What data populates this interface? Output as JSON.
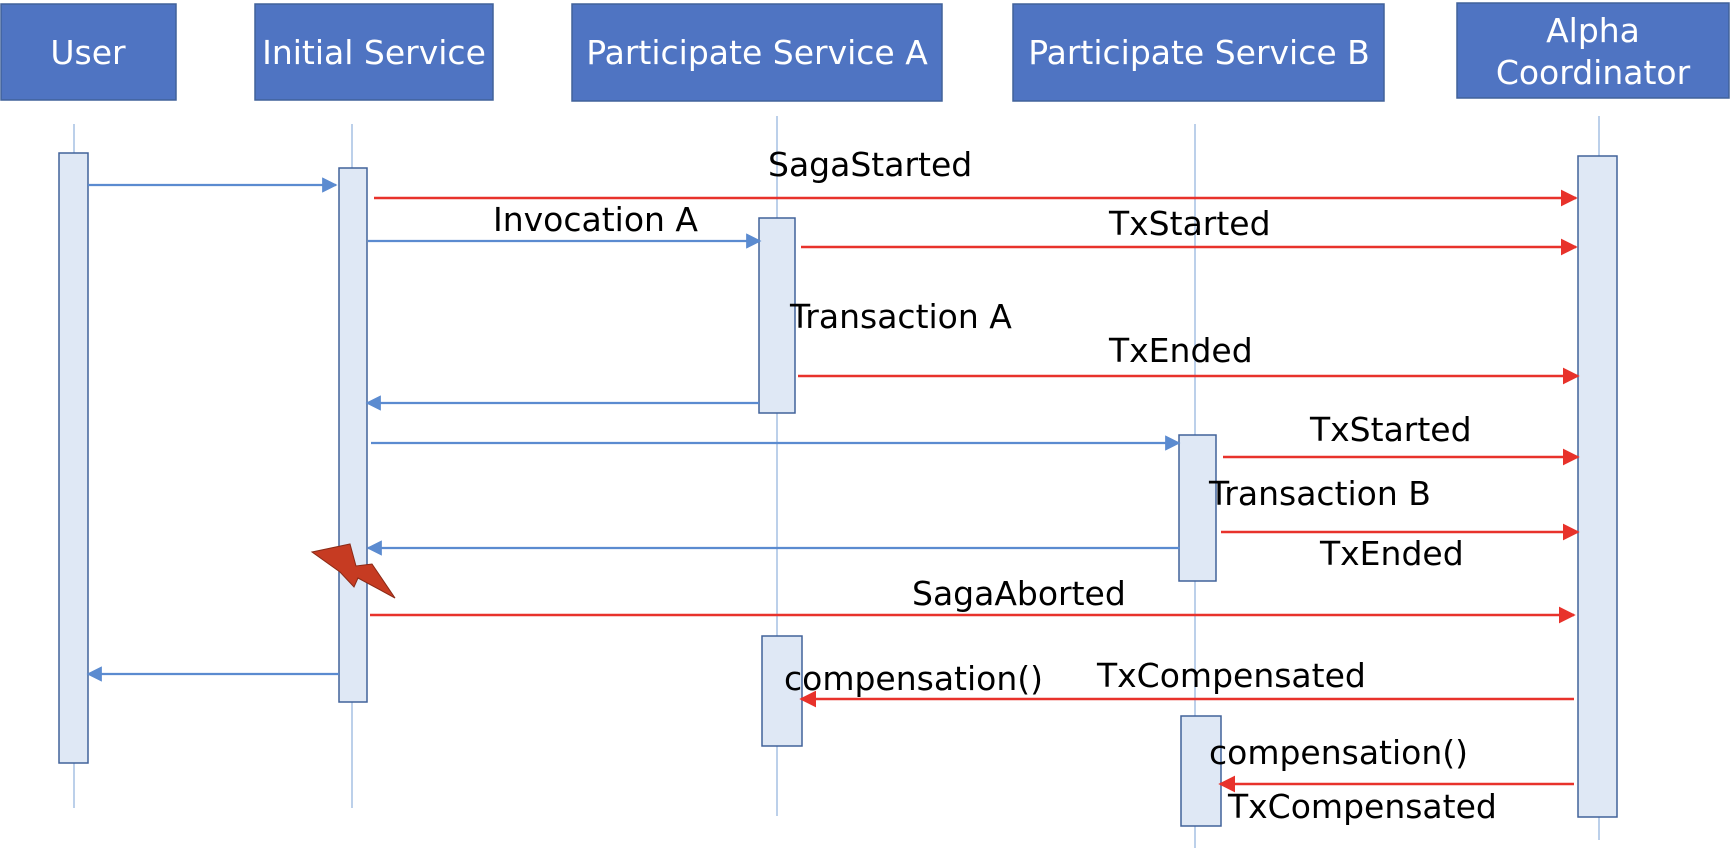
{
  "colors": {
    "header_fill": "#4f74c2",
    "header_text": "#ffffff",
    "lifeline": "#8fb0db",
    "activation_fill": "#dfe8f5",
    "call_arrow": "#5b8bd0",
    "event_arrow": "#e8322b",
    "failure_fill": "#c63b22"
  },
  "participants": [
    {
      "id": "user",
      "label_lines": [
        "User"
      ]
    },
    {
      "id": "initial",
      "label_lines": [
        "Initial Service"
      ]
    },
    {
      "id": "svcA",
      "label_lines": [
        "Participate Service A"
      ]
    },
    {
      "id": "svcB",
      "label_lines": [
        "Participate Service B"
      ]
    },
    {
      "id": "alpha",
      "label_lines": [
        "Alpha",
        "Coordinator"
      ]
    }
  ],
  "messages": [
    {
      "id": "user-call",
      "from": "user",
      "to": "initial",
      "kind": "call",
      "label": ""
    },
    {
      "id": "saga-started",
      "from": "initial",
      "to": "alpha",
      "kind": "event",
      "label": "SagaStarted"
    },
    {
      "id": "invocation-a",
      "from": "initial",
      "to": "svcA",
      "kind": "call",
      "label": "Invocation A"
    },
    {
      "id": "tx-started-a",
      "from": "svcA",
      "to": "alpha",
      "kind": "event",
      "label": "TxStarted"
    },
    {
      "id": "tx-ended-a",
      "from": "svcA",
      "to": "alpha",
      "kind": "event",
      "label": "TxEnded"
    },
    {
      "id": "return-a",
      "from": "svcA",
      "to": "initial",
      "kind": "call",
      "label": ""
    },
    {
      "id": "invocation-b",
      "from": "initial",
      "to": "svcB",
      "kind": "call",
      "label": ""
    },
    {
      "id": "tx-started-b",
      "from": "svcB",
      "to": "alpha",
      "kind": "event",
      "label": "TxStarted"
    },
    {
      "id": "tx-ended-b",
      "from": "svcB",
      "to": "alpha",
      "kind": "event",
      "label": "TxEnded"
    },
    {
      "id": "return-b",
      "from": "svcB",
      "to": "initial",
      "kind": "call",
      "label": ""
    },
    {
      "id": "saga-aborted",
      "from": "initial",
      "to": "alpha",
      "kind": "event",
      "label": "SagaAborted"
    },
    {
      "id": "return-user",
      "from": "initial",
      "to": "user",
      "kind": "call",
      "label": ""
    },
    {
      "id": "tx-compensated-a",
      "from": "alpha",
      "to": "svcA",
      "kind": "event",
      "label": "TxCompensated"
    },
    {
      "id": "tx-compensated-b",
      "from": "alpha",
      "to": "svcB",
      "kind": "event",
      "label": "TxCompensated"
    }
  ],
  "notes": [
    {
      "id": "transaction-a",
      "participant": "svcA",
      "label": "Transaction A"
    },
    {
      "id": "transaction-b",
      "participant": "svcB",
      "label": "Transaction B"
    },
    {
      "id": "compensation-a",
      "participant": "svcA",
      "label": "compensation()"
    },
    {
      "id": "compensation-b",
      "participant": "svcB",
      "label": "compensation()"
    }
  ],
  "failure": {
    "at": "initial",
    "icon": "lightning-bolt-icon"
  }
}
